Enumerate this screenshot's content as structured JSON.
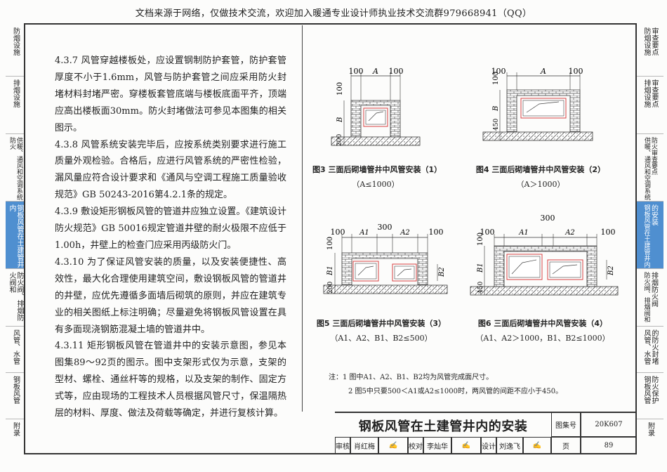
{
  "banner": "文档来源于网络，仅做技术交流，欢迎加入暖通专业设计师执业技术交流群979668941（QQ）",
  "left_tabs": [
    {
      "label": "防烟设施",
      "active": false
    },
    {
      "label": "排烟设施",
      "active": false
    },
    {
      "label": "供暖、通风和空调系统防火",
      "active": false
    },
    {
      "label": "钢板风管在土建管井内",
      "active": true
    },
    {
      "label": "防火阀、排烟防火阀和",
      "active": false
    },
    {
      "label": "风管、水管",
      "active": false
    },
    {
      "label": "钢板风管",
      "active": false
    },
    {
      "label": "附录",
      "active": false
    }
  ],
  "right_tabs": [
    {
      "label": "审查要点",
      "sub": "防烟设施"
    },
    {
      "label": "审查要点",
      "sub": "排烟设施"
    },
    {
      "label": "防火审查要点",
      "sub": "供暖、通风和空调系统"
    },
    {
      "label": "的安装",
      "sub": "钢板风管在土建管井内"
    },
    {
      "label": "排烟防火阀",
      "sub": "防火阀、排烟阀和"
    },
    {
      "label": "的防火封堵",
      "sub": "风管、水管"
    },
    {
      "label": "防火保护",
      "sub": "钢板风管"
    },
    {
      "label": "",
      "sub": "附录"
    }
  ],
  "paragraphs": [
    "4.3.7 风管穿越楼板处，应设置钢制防护套管，防护套管厚度不小于1.6mm，风管与防护套管之间应采用防火封堵材料封堵严密。穿楼板套管底端与楼板底面平齐，顶端应高出楼板面30mm。防火封堵做法可参见本图集的相关图示。",
    "4.3.8 风管系统安装完毕后，应按系统类别要求进行施工质量外观检验。合格后，应进行风管系统的严密性检验，漏风量应符合设计要求和《通风与空调工程施工质量验收规范》GB 50243-2016第4.2.1条的规定。",
    "4.3.9 敷设矩形钢板风管的管道井应独立设置。《建筑设计防火规范》GB 50016规定管道井壁的耐火极限不应低于1.00h，井壁上的检查门应采用丙级防火门。",
    "4.3.10 为了保证风管安装的质量，以及安装便捷性、高效性，最大化合理使用建筑空间，敷设钢板风管的管道井的井壁，应优先遵循多面墙后砌筑的原则，并应在建筑专业的相关图纸上标注明确；尽量避免将钢板风管设置在具有多面现浇钢筋混凝土墙的管道井中。",
    "4.3.11 矩形钢板风管在管道井中的安装示意图，参见本图集89～92页的图示。图中支架形式仅为示意，支架的型材、螺栓、通丝杆等的规格，以及支架的制作、固定方式等，应由现场的工程技术人员根据风管尺寸，保温隔热层的材料、厚度、做法及荷载等确定，并进行复核计算。"
  ],
  "figures": [
    {
      "caption": "图3 三面后砌墙管井中风管安装（1）",
      "condition": "（A≤1000）",
      "dims": {
        "left": "100",
        "mid": "A",
        "right": "100",
        "height": "B",
        "top": "100",
        "bottom": "200"
      }
    },
    {
      "caption": "图4 三面后砌墙管井中风管安装（2）",
      "condition": "（A＞1000）",
      "dims": {
        "left": "100",
        "mid": "A",
        "right": "100",
        "height": "B",
        "top": "100",
        "bottom": "450"
      }
    },
    {
      "caption": "图5 三面后砌墙管井中风管安装（3）",
      "condition": "（A1、A2、B1、B2≤500）",
      "dims": {
        "left": "100",
        "a1": "A1",
        "gap": "300",
        "a2": "A2",
        "right": "100",
        "h1": "B1",
        "h2": "B2",
        "top": "100",
        "bottom": "200"
      }
    },
    {
      "caption": "图6 三面后砌墙管井中风管安装（4）",
      "condition": "（A1、A2＞1000，B1、B2≤1000）",
      "dims": {
        "left": "100",
        "a1": "A1",
        "gap": "300",
        "a2": "A2",
        "right": "100",
        "h1": "B1",
        "h2": "B2",
        "top": "100",
        "bottom": "450"
      }
    }
  ],
  "notes": [
    "注：1 图中A1、A2、B1、B2均为风管完成面尺寸。",
    "2 图5中只要500＜A1或A2≤1000时，两风管的间距不应小于450。"
  ],
  "title_block": {
    "title": "钢板风管在土建管井内的安装",
    "atlas_label": "图集号",
    "atlas_no": "20K607",
    "page_label": "页",
    "page_no": "89",
    "review_label": "审核",
    "reviewer": "肖红梅",
    "check_label": "校对",
    "checker": "李灿华",
    "design_label": "设计",
    "designer": "刘逸飞"
  }
}
